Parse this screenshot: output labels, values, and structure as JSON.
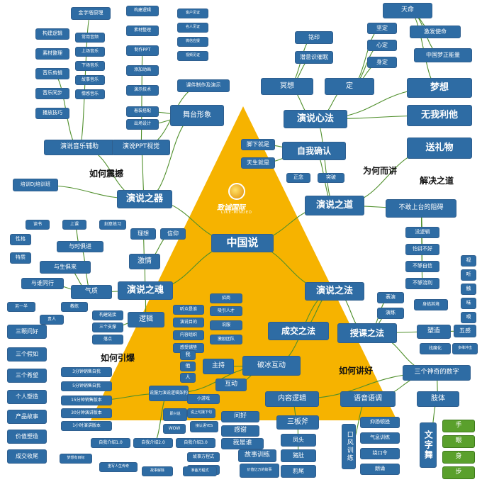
{
  "diagram": {
    "center": "中国说",
    "logo_name": "致诚国际",
    "logo_sub": "LIKE-MINDED",
    "main_branches": {
      "qi": "演说之器",
      "dao": "演说之道",
      "hun": "演说之魂",
      "fa": "演说之法"
    },
    "section_labels": {
      "ruhe_zhenhan": "如何震撼",
      "weihe_erjiang": "为何而讲",
      "jiejue_zhidao": "解决之道",
      "ruhe_yinbao": "如何引爆",
      "ruhe_jianghao": "如何讲好"
    },
    "qi": {
      "music_aid": "演说音乐辅助",
      "music_items": [
        "构建逻辑",
        "素材整理",
        "音乐剪辑",
        "音乐同步",
        "播放技巧"
      ],
      "music_sub": [
        "常用音频",
        "上场音乐",
        "下场音乐",
        "故事音乐",
        "情感音乐"
      ],
      "dj": "培训DJ培训班",
      "ppt": "演说PPT视觉",
      "golden": "金字塔原理",
      "ppt_items": [
        "构建逻辑",
        "素材整理",
        "制作PPT",
        "添加动画",
        "演示技术"
      ],
      "ppt_sub": [
        "客户见证",
        "名人见证",
        "微信应援",
        "视频见证"
      ],
      "courseware": "课件制作及演示",
      "stage": "舞台形象",
      "stage_items": [
        "着装搭配",
        "出场设计"
      ]
    },
    "dao": {
      "heart": "演说心法",
      "meditation": "冥想",
      "settle": "定",
      "meditation_items": [
        "铭印",
        "潜意识催眠"
      ],
      "settle_items": [
        "坚定",
        "心定",
        "身定"
      ],
      "mandate": "天命",
      "mandate_items": [
        "激发使命",
        "中国梦正能量"
      ],
      "dream": "梦想",
      "selfless": "无我利他",
      "gift": "送礼物",
      "confirm": "自我确认",
      "confirm_items": [
        "脚下就是",
        "天生就是"
      ],
      "breakthrough": [
        "正念",
        "突破"
      ],
      "fear": "不敢上台的阻碍",
      "fear_items": [
        "没逻辑",
        "怕讲不好",
        "不够自信",
        "不够流利"
      ]
    },
    "hun": {
      "passion": "激情",
      "passion_items": [
        "理想",
        "信仰"
      ],
      "connect_items": [
        "与时俱进",
        "与生俱来",
        "与谁同行"
      ],
      "connect_sub": [
        "读书",
        "上课",
        "刻意练习"
      ],
      "traits": [
        "性格",
        "特质"
      ],
      "qizhi": "气质",
      "qizhi_items": [
        "另一半",
        "贵人",
        "教练"
      ],
      "logic": "逻辑",
      "logic_items": [
        "构建链接",
        "三个支撑",
        "落点"
      ]
    },
    "fa": {
      "deal": "成交之法",
      "deal_items": [
        "招商",
        "吸引人才",
        "说服",
        "激励团队"
      ],
      "deal_left": [
        "听众是谁",
        "演说目的",
        "内容组织",
        "感受铺垫"
      ],
      "teach": "授课之法",
      "teach_items": [
        "表演",
        "演练"
      ],
      "teach_mid": "身临其境",
      "shape": "塑造",
      "five_senses": "五感",
      "senses": [
        "视",
        "听",
        "触",
        "味",
        "嗅"
      ],
      "fake": "找魔化",
      "multi_voice": "多维冲击",
      "interact": "破冰互动",
      "host": "主持",
      "hu": "互动",
      "roles": [
        "我",
        "他",
        "人"
      ],
      "three_numbers": "三个神奇的数字",
      "body": "肢体",
      "text_dance": "文字舞",
      "text_dance_items": [
        "手",
        "眼",
        "身",
        "步"
      ],
      "voice": "语音语调",
      "voice_items": [
        "抑扬顿挫",
        "气息训练",
        "绕口令",
        "朗诵"
      ],
      "oral": "口风训练",
      "content_logic": "内容逻辑",
      "three_axes": "三板斧",
      "axe_items": [
        "凤头",
        "猪肚",
        "豹尾"
      ],
      "story": "故事训练",
      "hello": "问好",
      "thanks": "感谢",
      "who": "我是谁",
      "story_items": [
        "故事方程式",
        "故事方程式",
        "价值亿万的故事"
      ],
      "magic_items": [
        "小游戏",
        "即兴说",
        "说上句接下句",
        "接认语YES",
        "WOW"
      ],
      "speech_levels": [
        "3分钟销售自我",
        "5分钟销售自我",
        "15分钟销售版本",
        "30分钟演讲版本",
        "1小时演讲版本"
      ],
      "persuade": "说服力演说逻辑架构",
      "left_col": [
        "三颗问好",
        "三个假如",
        "三个希望",
        "个人塑造",
        "产品故事",
        "价值塑造",
        "成交收尾"
      ],
      "intro_items": [
        "自我介绍1.0",
        "自我介绍2.0",
        "自我介绍3.0"
      ],
      "intro_sub": [
        "梦想有目标",
        "重写人生传奇",
        "故事解除",
        "准备方程式"
      ]
    }
  }
}
